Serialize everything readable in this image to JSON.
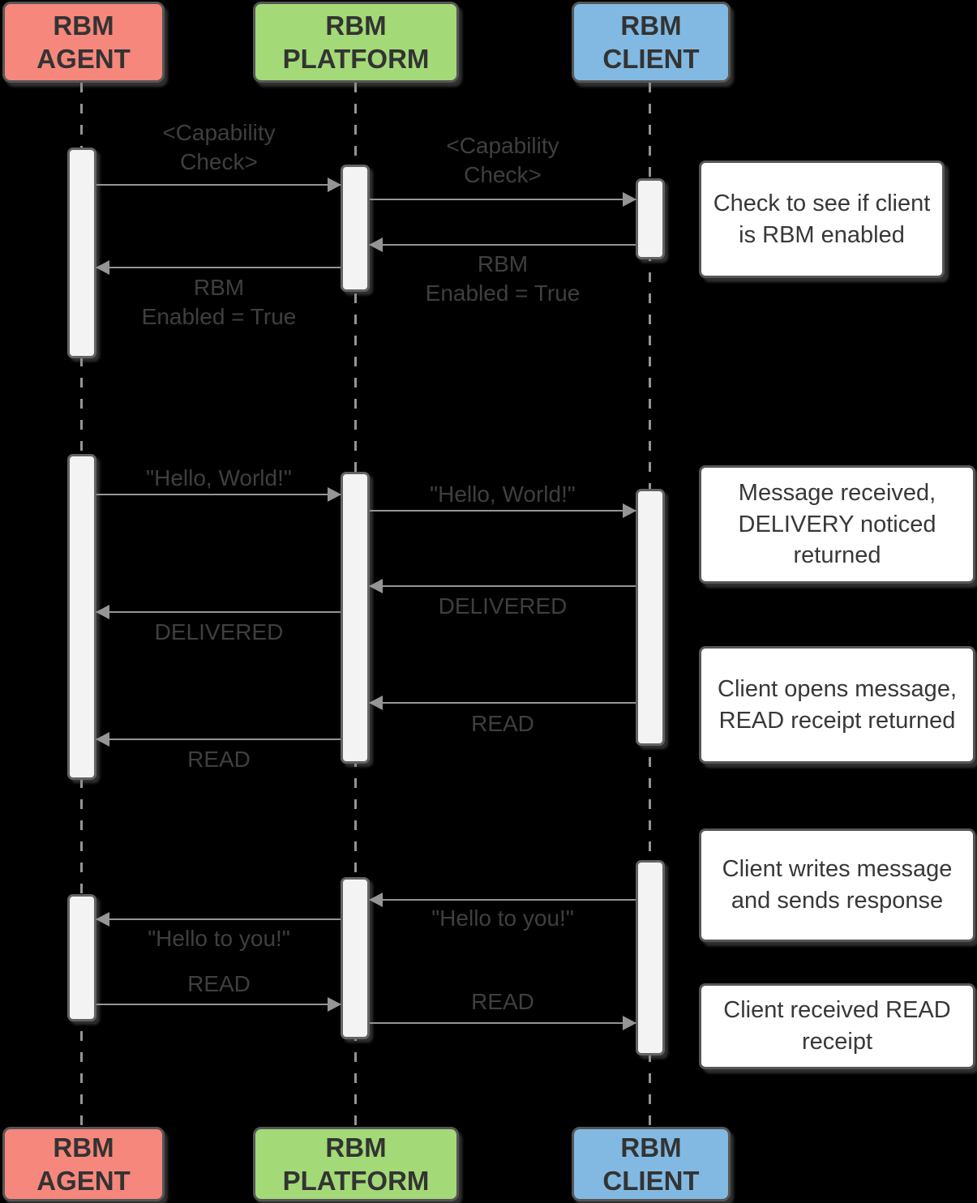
{
  "diagram_type": "sequence-diagram",
  "colors": {
    "background": "#000000",
    "agent_box": "#F6877C",
    "platform_box": "#A3D977",
    "client_box": "#82B9E2",
    "note_box": "#FFFFFF",
    "activation_fill": "#F3F3F3",
    "arrow": "#959595",
    "label_text": "#3F3F3F"
  },
  "actors": {
    "agent": {
      "label": "RBM\nAGENT"
    },
    "platform": {
      "label": "RBM\nPLATFORM"
    },
    "client": {
      "label": "RBM\nCLIENT"
    }
  },
  "messages": [
    {
      "from": "agent",
      "to": "platform",
      "label": "<Capability\nCheck>"
    },
    {
      "from": "platform",
      "to": "client",
      "label": "<Capability\nCheck>"
    },
    {
      "from": "client",
      "to": "platform",
      "label": "RBM\nEnabled = True"
    },
    {
      "from": "platform",
      "to": "agent",
      "label": "RBM\nEnabled = True"
    },
    {
      "from": "agent",
      "to": "platform",
      "label": "\"Hello, World!\""
    },
    {
      "from": "platform",
      "to": "client",
      "label": "\"Hello, World!\""
    },
    {
      "from": "client",
      "to": "platform",
      "label": "DELIVERED"
    },
    {
      "from": "platform",
      "to": "agent",
      "label": "DELIVERED"
    },
    {
      "from": "client",
      "to": "platform",
      "label": "READ"
    },
    {
      "from": "platform",
      "to": "agent",
      "label": "READ"
    },
    {
      "from": "client",
      "to": "platform",
      "label": "\"Hello to you!\""
    },
    {
      "from": "platform",
      "to": "agent",
      "label": "\"Hello to you!\""
    },
    {
      "from": "agent",
      "to": "platform",
      "label": "READ"
    },
    {
      "from": "platform",
      "to": "client",
      "label": "READ"
    }
  ],
  "notes": [
    {
      "text": "Check to see if client is RBM enabled"
    },
    {
      "text": "Message received, DELIVERY noticed returned"
    },
    {
      "text": "Client opens message, READ receipt returned"
    },
    {
      "text": "Client writes message and sends response"
    },
    {
      "text": "Client received READ receipt"
    }
  ]
}
